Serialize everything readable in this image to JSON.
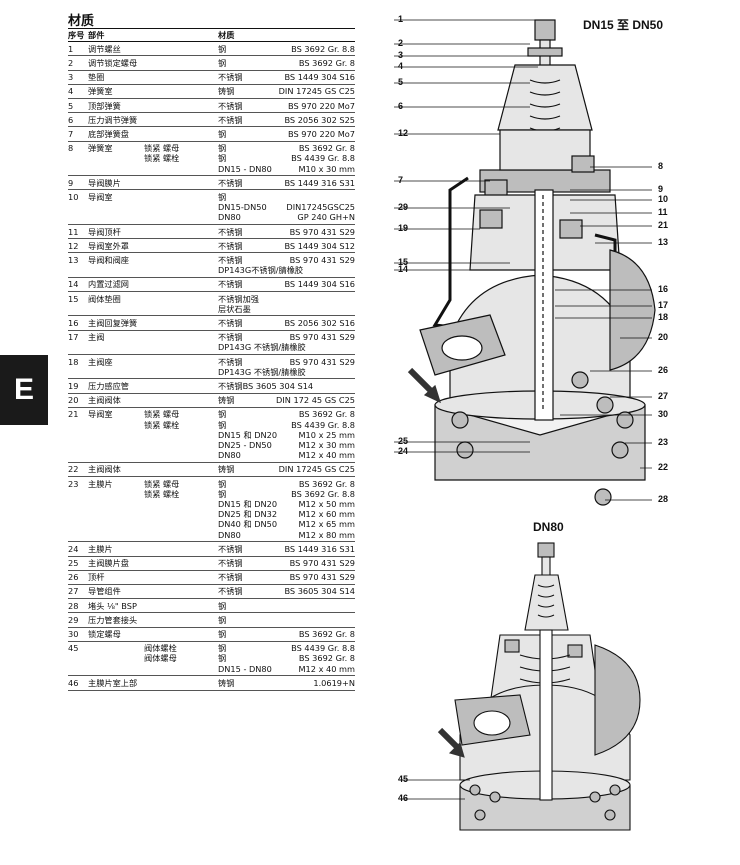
{
  "table": {
    "title": "材质",
    "headers": {
      "no": "序号",
      "part": "部件",
      "material": "材质"
    },
    "rows": [
      {
        "no": "1",
        "part": "调节螺丝",
        "mat": [
          [
            "钢",
            "BS 3692 Gr. 8.8"
          ]
        ]
      },
      {
        "no": "2",
        "part": "调节锁定螺母",
        "mat": [
          [
            "钢",
            "BS 3692 Gr. 8"
          ]
        ]
      },
      {
        "no": "3",
        "part": "垫圈",
        "mat": [
          [
            "不锈钢",
            "BS 1449 304 S16"
          ]
        ]
      },
      {
        "no": "4",
        "part": "弹簧室",
        "mat": [
          [
            "铸钢",
            "DIN 17245 GS C25"
          ]
        ]
      },
      {
        "no": "5",
        "part": "顶部弹簧",
        "mat": [
          [
            "不锈钢",
            "BS 970 220 Mo7"
          ]
        ]
      },
      {
        "no": "6",
        "part": "压力调节弹簧",
        "mat": [
          [
            "不锈钢",
            "BS 2056 302 S25"
          ]
        ]
      },
      {
        "no": "7",
        "part": "底部弹簧盘",
        "mat": [
          [
            "钢",
            "BS 970 220 Mo7"
          ]
        ]
      },
      {
        "no": "8",
        "part": "弹簧室",
        "subs": [
          {
            "name": "锁紧 螺母",
            "mat": [
              [
                "钢",
                "BS 3692 Gr. 8"
              ]
            ]
          },
          {
            "name": "锁紧 螺栓",
            "mat": [
              [
                "钢",
                "BS 4439 Gr. 8.8"
              ],
              [
                "DN15 - DN80",
                "M10 x 30 mm"
              ]
            ]
          }
        ]
      },
      {
        "no": "9",
        "part": "导阀膜片",
        "mat": [
          [
            "不锈钢",
            "BS 1449 316 S31"
          ]
        ]
      },
      {
        "no": "10",
        "part": "导阀室",
        "mat": [
          [
            "钢",
            ""
          ],
          [
            "DN15-DN50",
            "DIN17245GSC25"
          ],
          [
            "DN80",
            "GP 240 GH+N"
          ]
        ]
      },
      {
        "no": "11",
        "part": "导阀顶杆",
        "mat": [
          [
            "不锈钢",
            "BS 970 431 S29"
          ]
        ]
      },
      {
        "no": "12",
        "part": "导阀室外罩",
        "mat": [
          [
            "不锈钢",
            "BS 1449 304 S12"
          ]
        ]
      },
      {
        "no": "13",
        "part": "导阀和阀座",
        "mat": [
          [
            "不锈钢",
            "BS 970 431 S29"
          ],
          [
            "DP143G不锈钢/腈橡胶",
            ""
          ]
        ]
      },
      {
        "no": "14",
        "part": "内置过滤网",
        "mat": [
          [
            "不锈钢",
            "BS 1449 304 S16"
          ]
        ]
      },
      {
        "no": "15",
        "part": "阀体垫圈",
        "mat": [
          [
            "不锈钢加强",
            ""
          ],
          [
            "层状石墨",
            ""
          ]
        ]
      },
      {
        "no": "16",
        "part": "主阀回复弹簧",
        "mat": [
          [
            "不锈钢",
            "BS 2056 302 S16"
          ]
        ]
      },
      {
        "no": "17",
        "part": "主阀",
        "mat": [
          [
            "不锈钢",
            "BS 970 431 S29"
          ],
          [
            "DP143G 不锈钢/腈橡胶",
            ""
          ]
        ]
      },
      {
        "no": "18",
        "part": "主阀座",
        "mat": [
          [
            "不锈钢",
            "BS 970 431 S29"
          ],
          [
            "DP143G 不锈钢/腈橡胶",
            ""
          ]
        ]
      },
      {
        "no": "19",
        "part": "压力感应管",
        "mat": [
          [
            "不锈钢BS 3605 304 S14",
            ""
          ]
        ]
      },
      {
        "no": "20",
        "part": "主阀阀体",
        "mat": [
          [
            "铸钢",
            "DIN 172 45 GS C25"
          ]
        ]
      },
      {
        "no": "21",
        "part": "导阀室",
        "subs": [
          {
            "name": "锁紧 螺母",
            "mat": [
              [
                "钢",
                "BS 3692 Gr. 8"
              ]
            ]
          },
          {
            "name": "锁紧 螺栓",
            "mat": [
              [
                "钢",
                "BS 4439 Gr. 8.8"
              ],
              [
                "DN15 和 DN20",
                "M10 x 25 mm"
              ],
              [
                "DN25 - DN50",
                "M12 x 30 mm"
              ],
              [
                "DN80",
                "M12 x 40 mm"
              ]
            ]
          }
        ]
      },
      {
        "no": "22",
        "part": "主阀阀体",
        "mat": [
          [
            "铸钢",
            "DIN 17245 GS C25"
          ]
        ]
      },
      {
        "no": "23",
        "part": "主膜片",
        "subs": [
          {
            "name": "锁紧 螺母",
            "mat": [
              [
                "钢",
                "BS 3692 Gr. 8"
              ]
            ]
          },
          {
            "name": "锁紧 螺栓",
            "mat": [
              [
                "钢",
                "BS 3692 Gr. 8.8"
              ],
              [
                "DN15 和 DN20",
                "M12 x 50 mm"
              ],
              [
                "DN25 和 DN32",
                "M12 x 60 mm"
              ],
              [
                "DN40 和 DN50",
                "M12 x 65 mm"
              ],
              [
                "DN80",
                "M12 x 80 mm"
              ]
            ]
          }
        ]
      },
      {
        "no": "24",
        "part": "主膜片",
        "mat": [
          [
            "不锈钢",
            "BS 1449 316 S31"
          ]
        ]
      },
      {
        "no": "25",
        "part": "主阀膜片盘",
        "mat": [
          [
            "不锈钢",
            "BS 970 431 S29"
          ]
        ]
      },
      {
        "no": "26",
        "part": "顶杆",
        "mat": [
          [
            "不锈钢",
            "BS 970 431 S29"
          ]
        ]
      },
      {
        "no": "27",
        "part": "导管组件",
        "mat": [
          [
            "不锈钢",
            "BS 3605 304 S14"
          ]
        ]
      },
      {
        "no": "28",
        "part": "堵头 ⅛\" BSP",
        "mat": [
          [
            "钢",
            ""
          ]
        ]
      },
      {
        "no": "29",
        "part": "压力管套接头",
        "mat": [
          [
            "钢",
            ""
          ]
        ]
      },
      {
        "no": "30",
        "part": "锁定螺母",
        "mat": [
          [
            "钢",
            "BS 3692 Gr. 8"
          ]
        ]
      },
      {
        "no": "45",
        "part": "",
        "subs": [
          {
            "name": "阀体螺栓",
            "mat": [
              [
                "钢",
                "BS 4439 Gr. 8.8"
              ]
            ]
          },
          {
            "name": "阀体螺母",
            "mat": [
              [
                "钢",
                "BS 3692 Gr. 8"
              ],
              [
                "DN15 - DN80",
                "M12 x 40 mm"
              ]
            ]
          }
        ]
      },
      {
        "no": "46",
        "part": "主膜片室上部",
        "mat": [
          [
            "铸钢",
            "1.0619+N"
          ]
        ]
      }
    ]
  },
  "side_tab": "E",
  "diagram_top": {
    "title": "DN15 至 DN50",
    "left_callouts": [
      "1",
      "2",
      "3",
      "4",
      "5",
      "6",
      "12",
      "7",
      "29",
      "19",
      "15",
      "14",
      "25",
      "24"
    ],
    "right_callouts": [
      "8",
      "9",
      "10",
      "11",
      "21",
      "13",
      "16",
      "17",
      "18",
      "20",
      "26",
      "27",
      "30",
      "23",
      "22",
      "28"
    ]
  },
  "diagram_bottom": {
    "title": "DN80",
    "left_callouts": [
      "45",
      "46"
    ]
  },
  "colors": {
    "ink": "#111111",
    "shade": "#bdbdbd",
    "light": "#e6e6e6",
    "tab": "#1a1a1a"
  }
}
